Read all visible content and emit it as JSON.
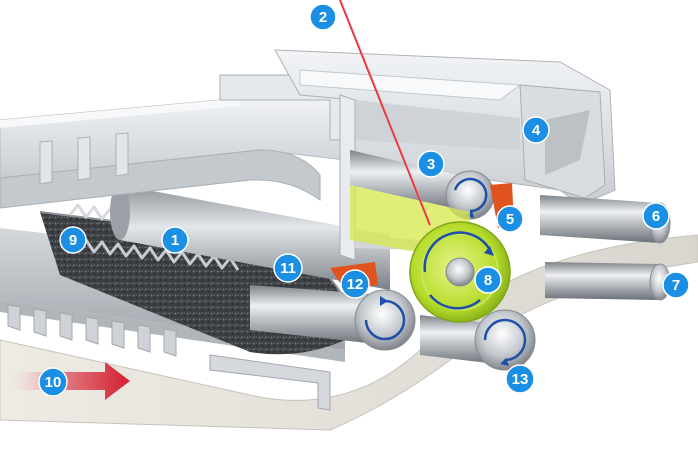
{
  "diagram": {
    "callouts": [
      {
        "id": "c1",
        "label": "1"
      },
      {
        "id": "c2",
        "label": "2"
      },
      {
        "id": "c3",
        "label": "3"
      },
      {
        "id": "c4",
        "label": "4"
      },
      {
        "id": "c5",
        "label": "5"
      },
      {
        "id": "c6",
        "label": "6"
      },
      {
        "id": "c7",
        "label": "7"
      },
      {
        "id": "c8",
        "label": "8"
      },
      {
        "id": "c9",
        "label": "9"
      },
      {
        "id": "c10",
        "label": "10"
      },
      {
        "id": "c11",
        "label": "11"
      },
      {
        "id": "c12",
        "label": "12"
      },
      {
        "id": "c13",
        "label": "13"
      }
    ],
    "colors": {
      "callout_fill": "#1a8fe3",
      "laser_beam": "#e0303a",
      "heated_roller": "#b5dc2a",
      "heater_glow": "#d6e84a",
      "seal_orange": "#e0531f",
      "feed_arrow": "#d11f2f",
      "rotation_arrow": "#1f4fa8",
      "frame": "#dcdfe3",
      "steel": "#b9bec4"
    },
    "icons": [
      "rotation-arrow-icon",
      "feed-direction-arrow-icon",
      "laser-beam-icon"
    ]
  }
}
